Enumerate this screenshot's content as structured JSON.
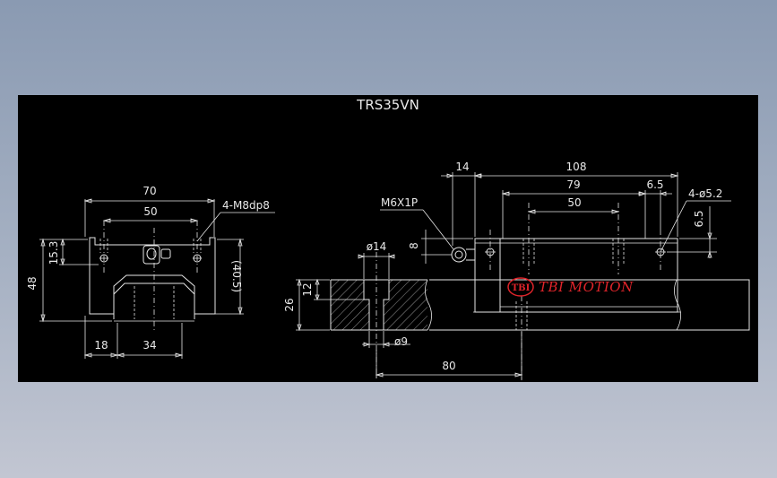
{
  "title": "TRS35VN",
  "brand": {
    "logo_text": "TBI",
    "name": "TBI MOTION",
    "color": "#e0242a"
  },
  "colors": {
    "background": "#8a9ab2",
    "viewport": "#000000",
    "lines": "#e6e6e6"
  },
  "front_view": {
    "width": "70",
    "hole_pitch": "50",
    "tap_callout": "4-M8dp8",
    "height_total": "48",
    "mount_height": "15.3",
    "body_height": "(40.5)",
    "rail_offset": "18",
    "rail_width": "34"
  },
  "side_view": {
    "grease_nipple": "M6X1P",
    "nipple_height": "8",
    "counterbore_dia": "ø14",
    "bolt_dia": "ø9",
    "rail_height": "26",
    "counterbore_depth": "12",
    "rail_pitch": "80",
    "end_seal_length": "14",
    "block_length": "108",
    "hole_spacing_outer": "79",
    "hole_spacing_inner": "50",
    "hole_edge_offset": "6.5",
    "hole_callout": "4-ø5.2",
    "hole_top_offset": "6.5"
  }
}
